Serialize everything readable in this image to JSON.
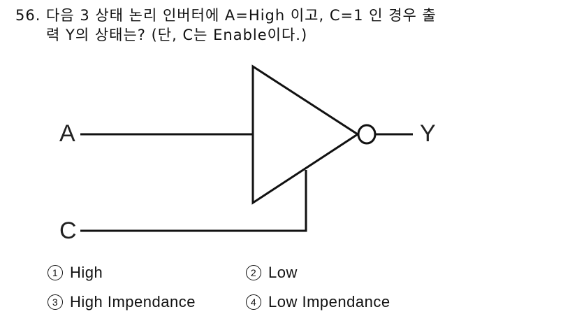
{
  "question": {
    "number": "56.",
    "line1": "다음 3 상태 논리 인버터에 A=High 이고, C=1 인 경우 출",
    "line2": "력 Y의 상태는? (단, C는 Enable이다.)"
  },
  "diagram": {
    "type": "tri-state inverter",
    "labels": {
      "input": "A",
      "enable": "C",
      "output": "Y"
    }
  },
  "options": [
    {
      "marker": "1",
      "text": "High"
    },
    {
      "marker": "2",
      "text": "Low"
    },
    {
      "marker": "3",
      "text": "High Impendance"
    },
    {
      "marker": "4",
      "text": "Low Impendance"
    }
  ]
}
